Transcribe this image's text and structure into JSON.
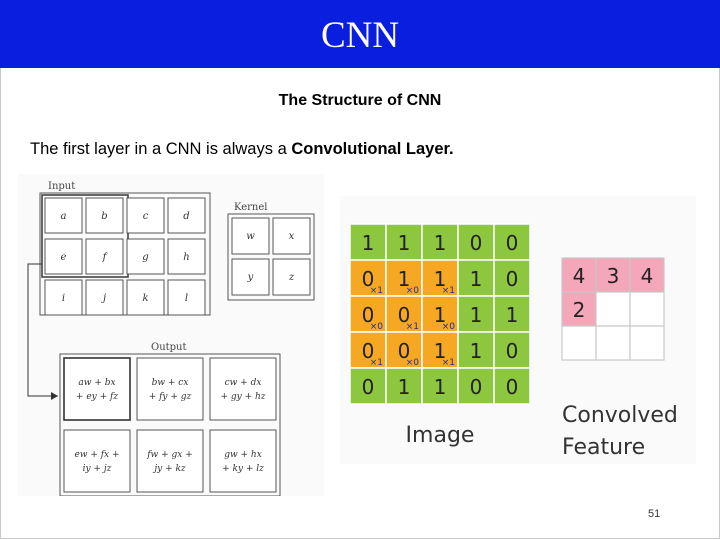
{
  "slide": {
    "title": "CNN",
    "subtitle": "The Structure of CNN",
    "body_prefix": "The first layer in a CNN is always a ",
    "body_bold": "Convolutional Layer.",
    "page_number": "51"
  },
  "colors": {
    "header_blue": "#0a1ee0",
    "green": "#8dc63f",
    "orange": "#f7a823",
    "pink": "#f4a7b9"
  },
  "left_figure": {
    "input_label": "Input",
    "input_cells": [
      "a",
      "b",
      "c",
      "d",
      "e",
      "f",
      "g",
      "h",
      "i",
      "j",
      "k",
      "l"
    ],
    "kernel_label": "Kernel",
    "kernel_cells": [
      "w",
      "x",
      "y",
      "z"
    ],
    "output_label": "Output",
    "output_cells": [
      [
        "aw + bx",
        "+ ey + fz"
      ],
      [
        "bw + cx",
        "+ fy + gz"
      ],
      [
        "cw + dx",
        "+ gy + hz"
      ],
      [
        "ew + fx +",
        "iy + jz"
      ],
      [
        "fw + gx +",
        "jy + kz"
      ],
      [
        "gw + hx",
        "+ ky + lz"
      ]
    ]
  },
  "right_figure": {
    "image_rows": [
      [
        "1",
        "1",
        "1",
        "0",
        "0"
      ],
      [
        "0",
        "1",
        "1",
        "1",
        "0"
      ],
      [
        "0",
        "0",
        "1",
        "1",
        "1"
      ],
      [
        "0",
        "0",
        "1",
        "1",
        "0"
      ],
      [
        "0",
        "1",
        "1",
        "0",
        "0"
      ]
    ],
    "kernel_marks": [
      [
        "×1",
        "×0",
        "×1"
      ],
      [
        "×0",
        "×1",
        "×0"
      ],
      [
        "×1",
        "×0",
        "×1"
      ]
    ],
    "image_label": "Image",
    "feature_values": [
      [
        "4",
        "3",
        "4"
      ],
      [
        "2",
        "",
        ""
      ],
      [
        "",
        "",
        ""
      ]
    ],
    "feature_label_line1": "Convolved",
    "feature_label_line2": "Feature"
  }
}
